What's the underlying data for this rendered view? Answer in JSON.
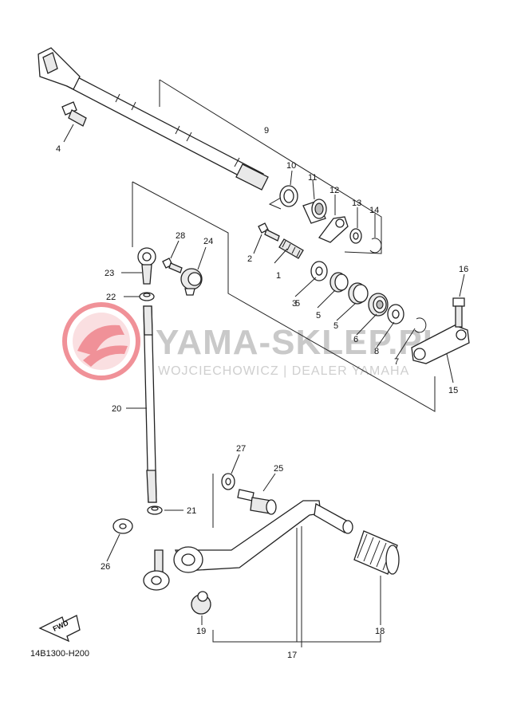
{
  "diagram": {
    "code": "14B1300-H200",
    "fwd_label": "FWD",
    "watermark": {
      "title": "YAMA-SKLEP.PL",
      "subtitle": "WOJCIECHOWICZ | DEALER YAMAHA",
      "accent": "#e53945"
    },
    "callouts": [
      "1",
      "2",
      "3",
      "4",
      "5",
      "5",
      "5",
      "6",
      "7",
      "8",
      "9",
      "10",
      "11",
      "12",
      "13",
      "14",
      "15",
      "16",
      "17",
      "18",
      "19",
      "20",
      "21",
      "22",
      "23",
      "24",
      "25",
      "26",
      "27",
      "28"
    ]
  }
}
